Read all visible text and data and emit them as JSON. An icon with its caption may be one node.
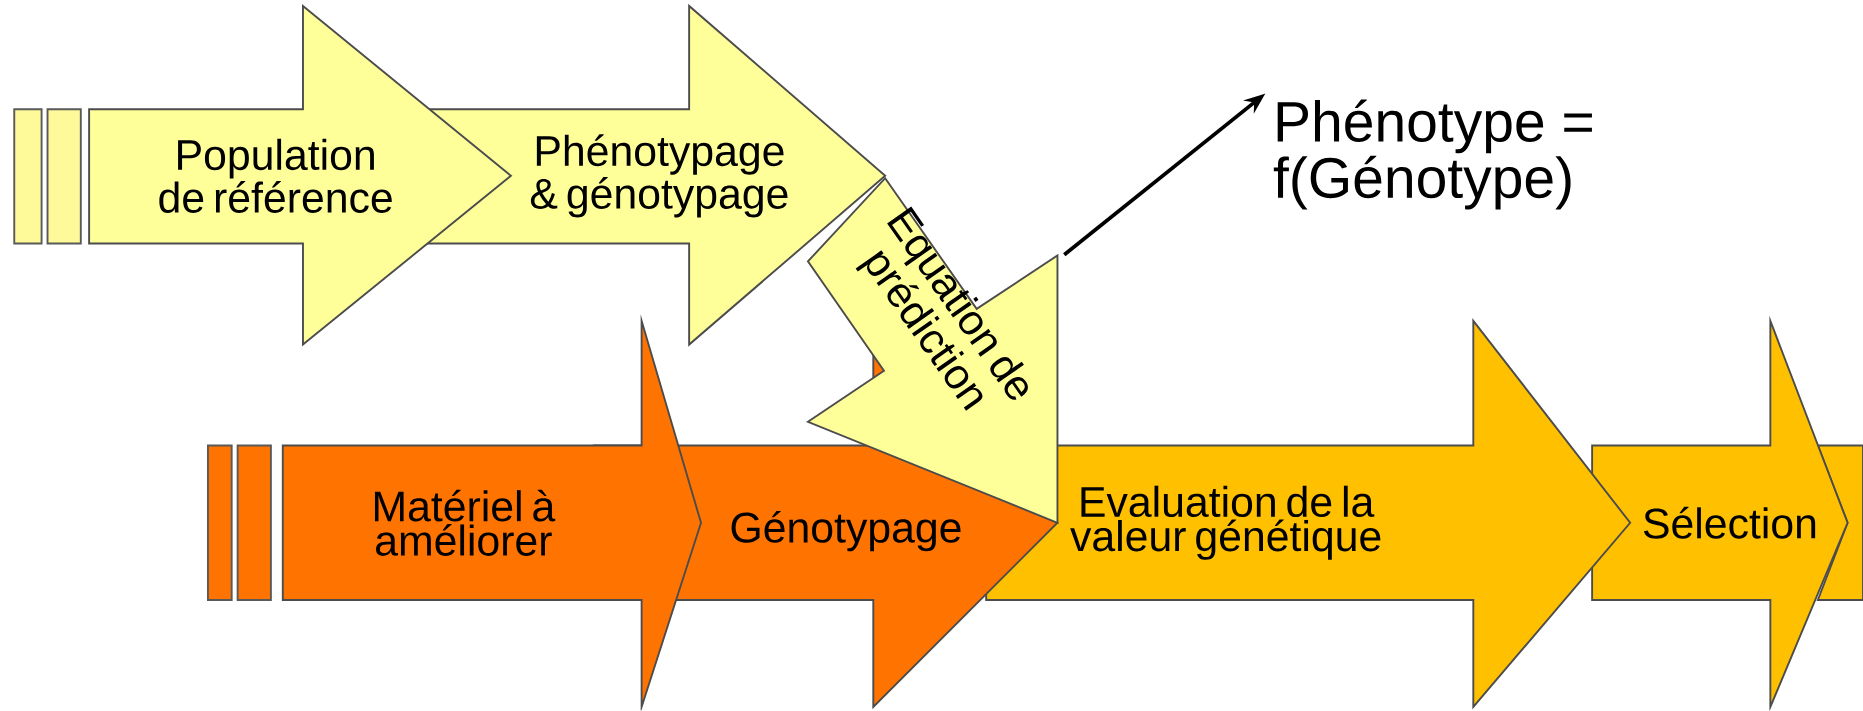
{
  "diagram": {
    "nodes": [
      {
        "text": [
          "Population de référence"
        ]
      },
      {
        "text": [
          "Phénotypage & génotypage"
        ]
      },
      {
        "text": [
          "Equation de prédiction"
        ]
      },
      {
        "text": [
          "Phénotype = f(Génotype)"
        ]
      },
      {
        "text": [
          "Matériel à améliorer"
        ]
      },
      {
        "text": [
          "Génotypage"
        ]
      },
      {
        "text": [
          "Evaluation de la valeur génétique"
        ]
      },
      {
        "text": [
          "Sélection"
        ]
      },
      {
        "text": [],
        "shape": "arrow"
      }
    ],
    "edges": [
      {
        "from": 2,
        "to": 3,
        "arrow": "to"
      }
    ]
  }
}
